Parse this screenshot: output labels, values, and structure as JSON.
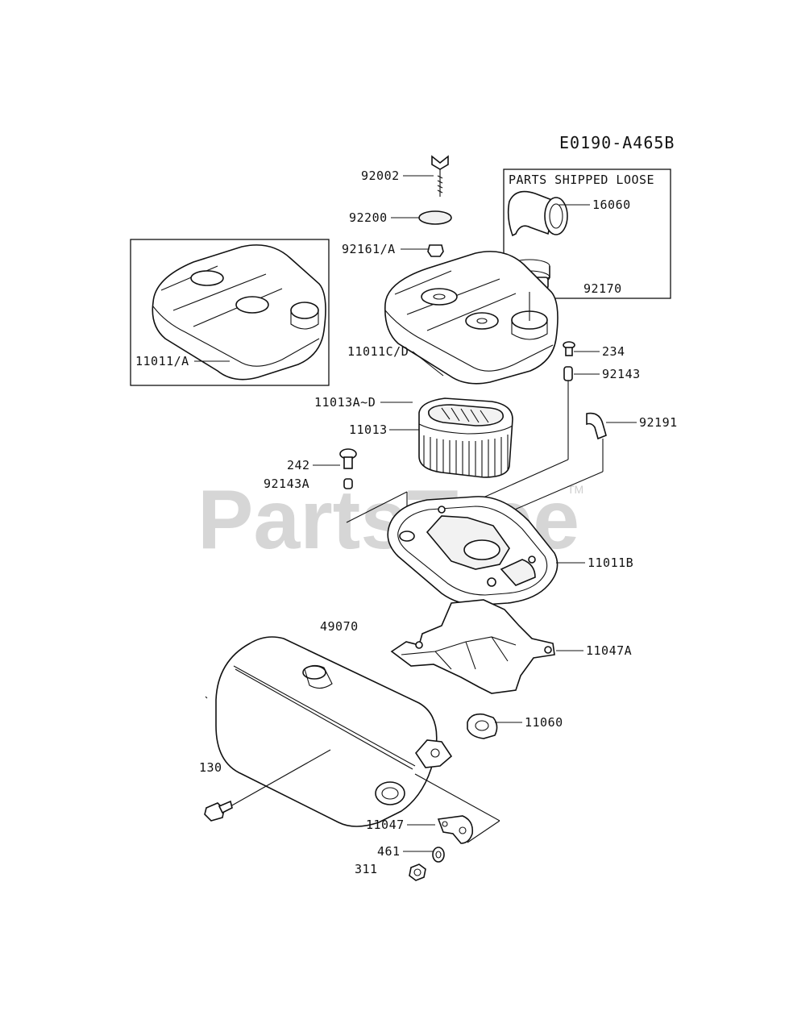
{
  "diagram_code": "E0190-A465B",
  "watermark": {
    "text": "PartsTree",
    "trademark": "TM"
  },
  "loose_box_title": "PARTS SHIPPED LOOSE",
  "labels": {
    "p92002": "92002",
    "p92200": "92200",
    "p92161a": "92161/A",
    "p16060": "16060",
    "p92170": "92170",
    "p11011a": "11011/A",
    "p11011cd": "11011C/D",
    "p234": "234",
    "p92143": "92143",
    "p11013ad": "11013A~D",
    "p11013": "11013",
    "p92191": "92191",
    "p242": "242",
    "p92143a": "92143A",
    "p11011b": "11011B",
    "p49070": "49070",
    "p11047a": "11047A",
    "p11060": "11060",
    "p130": "130",
    "p11047": "11047",
    "p461": "461",
    "p311": "311"
  }
}
